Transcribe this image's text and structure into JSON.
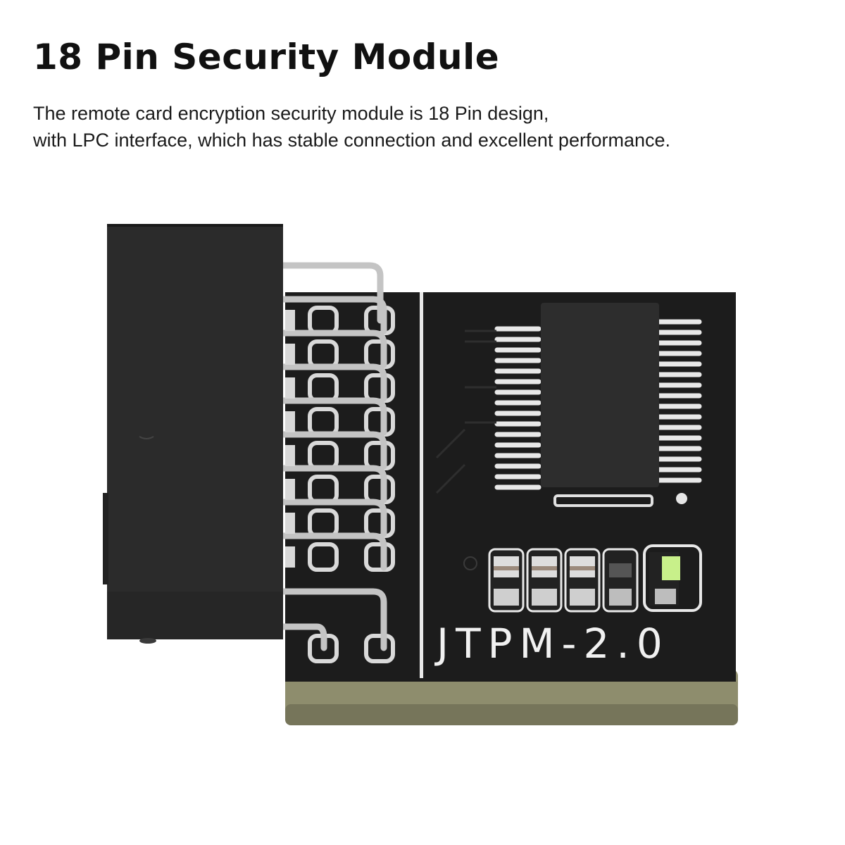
{
  "header": {
    "title": "18 Pin Security Module",
    "description_lines": [
      "The remote card encryption security module is 18 Pin design,",
      "with LPC interface, which has stable connection and excellent performance."
    ]
  },
  "product_image": {
    "subject": "TPM 2.0 security module board",
    "board_silkscreen": "JTPM-2.0",
    "pin_count": 18,
    "pin_rows": 9,
    "pin_columns": 2,
    "interface": "LPC",
    "colors": {
      "pcb": "#1e1e1e",
      "connector": "#2a2a2a",
      "pins": "#c9c9c9",
      "pcb_edge": "#8a8a6a",
      "led": "#c8f08a"
    }
  }
}
